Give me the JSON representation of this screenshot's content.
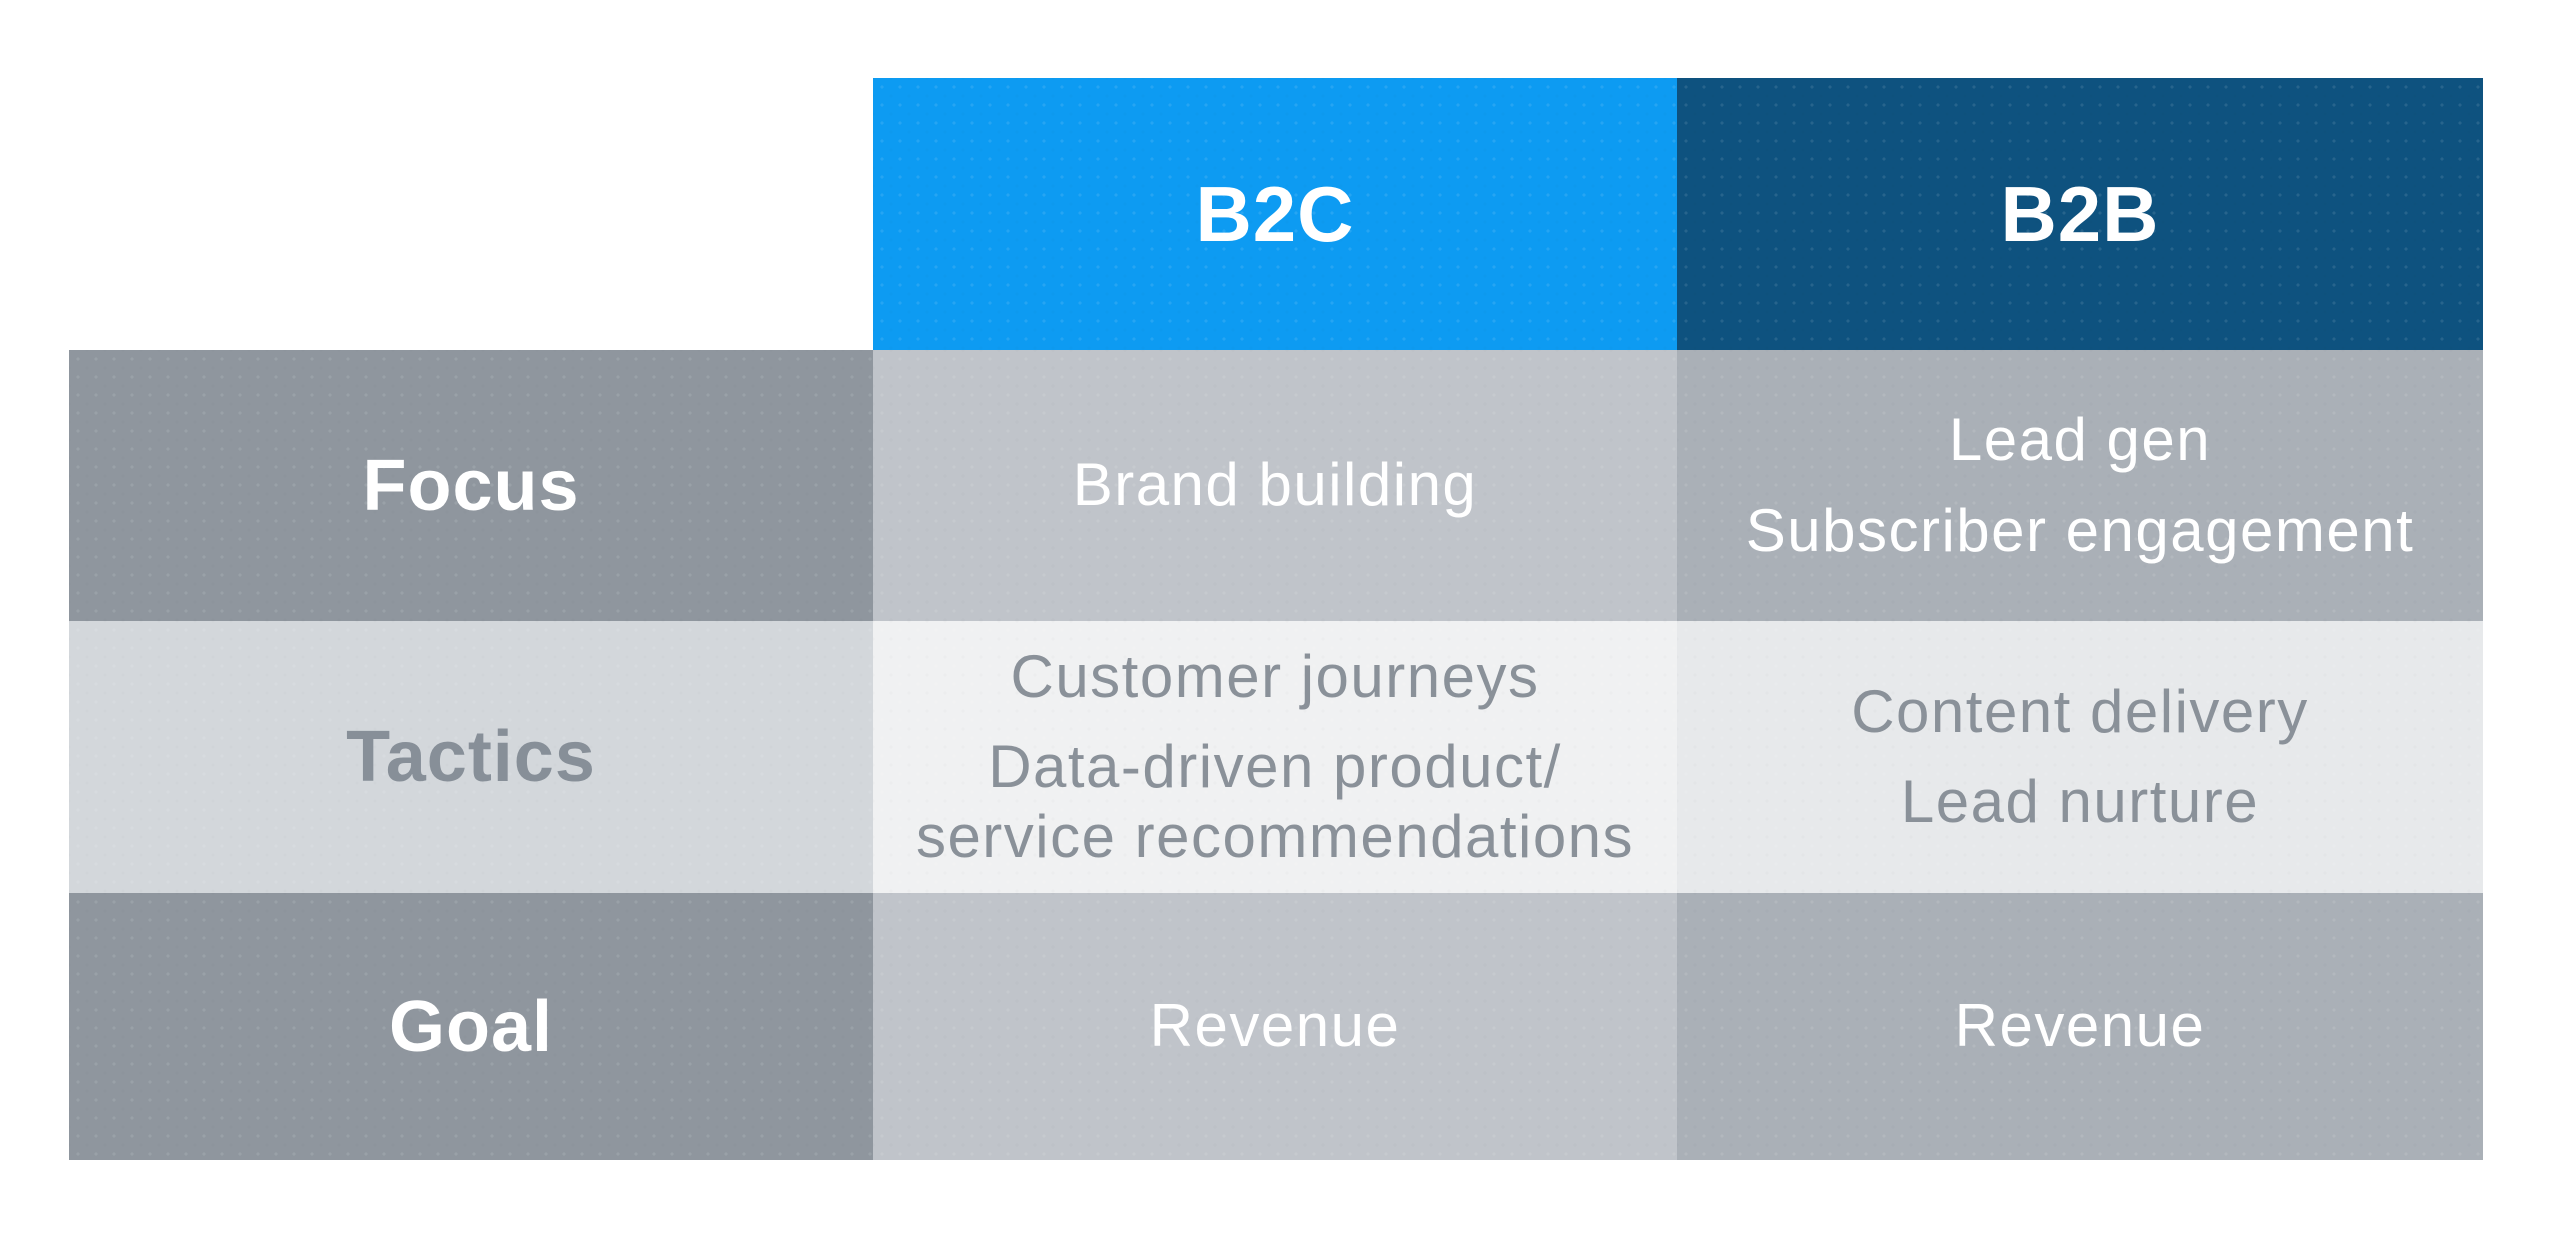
{
  "table": {
    "columns": [
      {
        "id": "row-labels",
        "label": ""
      },
      {
        "id": "b2c",
        "label": "B2C"
      },
      {
        "id": "b2b",
        "label": "B2B"
      }
    ],
    "rows": [
      {
        "label": "Focus",
        "b2c_lines": [
          "Brand building"
        ],
        "b2b_lines": [
          "Lead gen",
          "Subscriber engagement"
        ]
      },
      {
        "label": "Tactics",
        "b2c_lines": [
          "Customer journeys",
          "Data-driven product/",
          "service recommendations"
        ],
        "b2b_lines": [
          "Content delivery",
          "Lead nurture"
        ]
      },
      {
        "label": "Goal",
        "b2c_lines": [
          "Revenue"
        ],
        "b2b_lines": [
          "Revenue"
        ]
      }
    ]
  },
  "colors": {
    "b2c_header": "#0D9BF2",
    "b2b_header": "#0E527F",
    "row_label_dark": "#8F969E",
    "row_label_light": "#D3D7DB",
    "focus_goal_b2c_cell": "#C0C4CA",
    "focus_goal_b2b_cell": "#AAB0B7",
    "tactics_b2c_cell": "#F0F1F2",
    "tactics_b2b_cell": "#E7E9EB",
    "text_white": "#FFFFFF",
    "text_gray": "#8A9199"
  },
  "chart_data": {
    "type": "table",
    "title": "B2C vs B2B comparison",
    "columns": [
      "",
      "B2C",
      "B2B"
    ],
    "rows": [
      {
        "label": "Focus",
        "B2C": "Brand building",
        "B2B": "Lead gen / Subscriber engagement"
      },
      {
        "label": "Tactics",
        "B2C": "Customer journeys / Data-driven product/service recommendations",
        "B2B": "Content delivery / Lead nurture"
      },
      {
        "label": "Goal",
        "B2C": "Revenue",
        "B2B": "Revenue"
      }
    ]
  }
}
